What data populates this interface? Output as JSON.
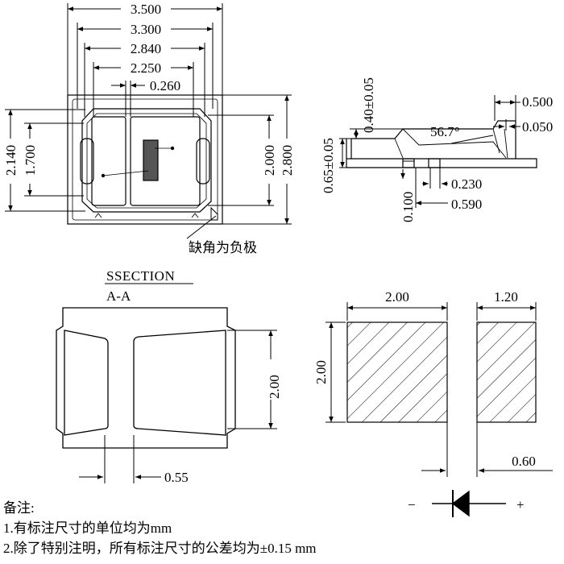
{
  "top_view": {
    "dims": {
      "w_3500": "3.500",
      "w_3300": "3.300",
      "w_2840": "2.840",
      "w_2250": "2.250",
      "w_0260": "0.260",
      "h_2140": "2.140",
      "h_1700": "1.700",
      "h_2000": "2.000",
      "h_2800": "2.800"
    },
    "callout": "缺角为负极"
  },
  "side_view": {
    "dims": {
      "v_065": "0.65±0.05",
      "v_040": "0.40±0.05",
      "d_0500": "0.500",
      "d_0050": "0.050",
      "angle": "56.7°",
      "d_0230": "0.230",
      "d_0590": "0.590",
      "d_0100": "0.100"
    }
  },
  "section": {
    "title": "SSECTION",
    "subtitle": "A-A",
    "h_200": "2.00",
    "w_055": "0.55"
  },
  "pads": {
    "w_200": "2.00",
    "w_120": "1.20",
    "h_200": "2.00",
    "gap_060": "0.60"
  },
  "diode": {
    "minus": "−",
    "plus": "+"
  },
  "notes": {
    "title": "备注:",
    "line1": "1.有标注尺寸的单位均为mm",
    "line2": "2.除了特别注明，所有标注尺寸的公差均为±0.15 mm"
  }
}
